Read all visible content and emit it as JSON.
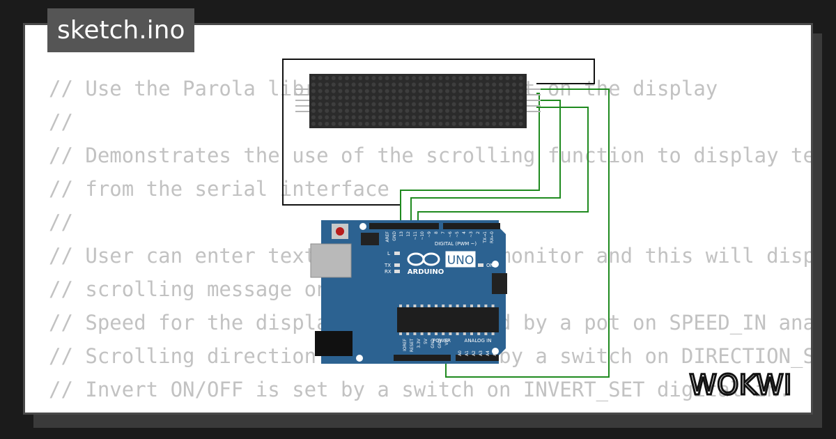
{
  "header": {
    "title": "sketch.ino"
  },
  "code_lines": [
    "// Use the Parola library to scroll text on the display",
    "//",
    "// Demonstrates the use of the scrolling function to display text received",
    "// from the serial interface",
    "//",
    "// User can enter text on the serial monitor and this will display as a",
    "// scrolling message on the display.",
    "// Speed for the display is controlled by a pot on SPEED_IN analog in.",
    "// Scrolling direction is controlled by a switch on DIRECTION_SET digital in.",
    "// Invert ON/OFF is set by a switch on INVERT_SET digital in.",
    "//"
  ],
  "board": {
    "name": "UNO",
    "brand": "ARDUINO",
    "label_on": "ON",
    "label_l": "L",
    "label_tx": "TX",
    "label_rx": "RX",
    "label_aref": "AREF",
    "label_gnd": "GND",
    "label_digital": "DIGITAL (PWM ~)",
    "digital_pins": [
      "13",
      "12",
      "~11",
      "~10",
      "~9",
      "8",
      "7",
      "~6",
      "~5",
      "4",
      "~3",
      "2",
      "TX→1",
      "RX←0"
    ],
    "label_power": "POWER",
    "power_pins": [
      "IOREF",
      "RESET",
      "3.3V",
      "5V",
      "GND",
      "GND",
      "Vin"
    ],
    "label_analog": "ANALOG IN",
    "analog_pins": [
      "A0",
      "A1",
      "A2",
      "A3",
      "A4",
      "A5"
    ]
  },
  "brand_logo": "WOKWI",
  "colors": {
    "background": "#1b1b1b",
    "card": "#ffffff",
    "code_text": "#c2c2c2",
    "title_tab": "#555555",
    "board_blue": "#2c6291",
    "wire_black": "#111111",
    "wire_green": "#1f8a1f"
  },
  "icons": {
    "logo": "wokwi-logo",
    "reset": "reset-button-icon",
    "usb": "usb-port-icon",
    "power_jack": "power-jack-icon"
  }
}
